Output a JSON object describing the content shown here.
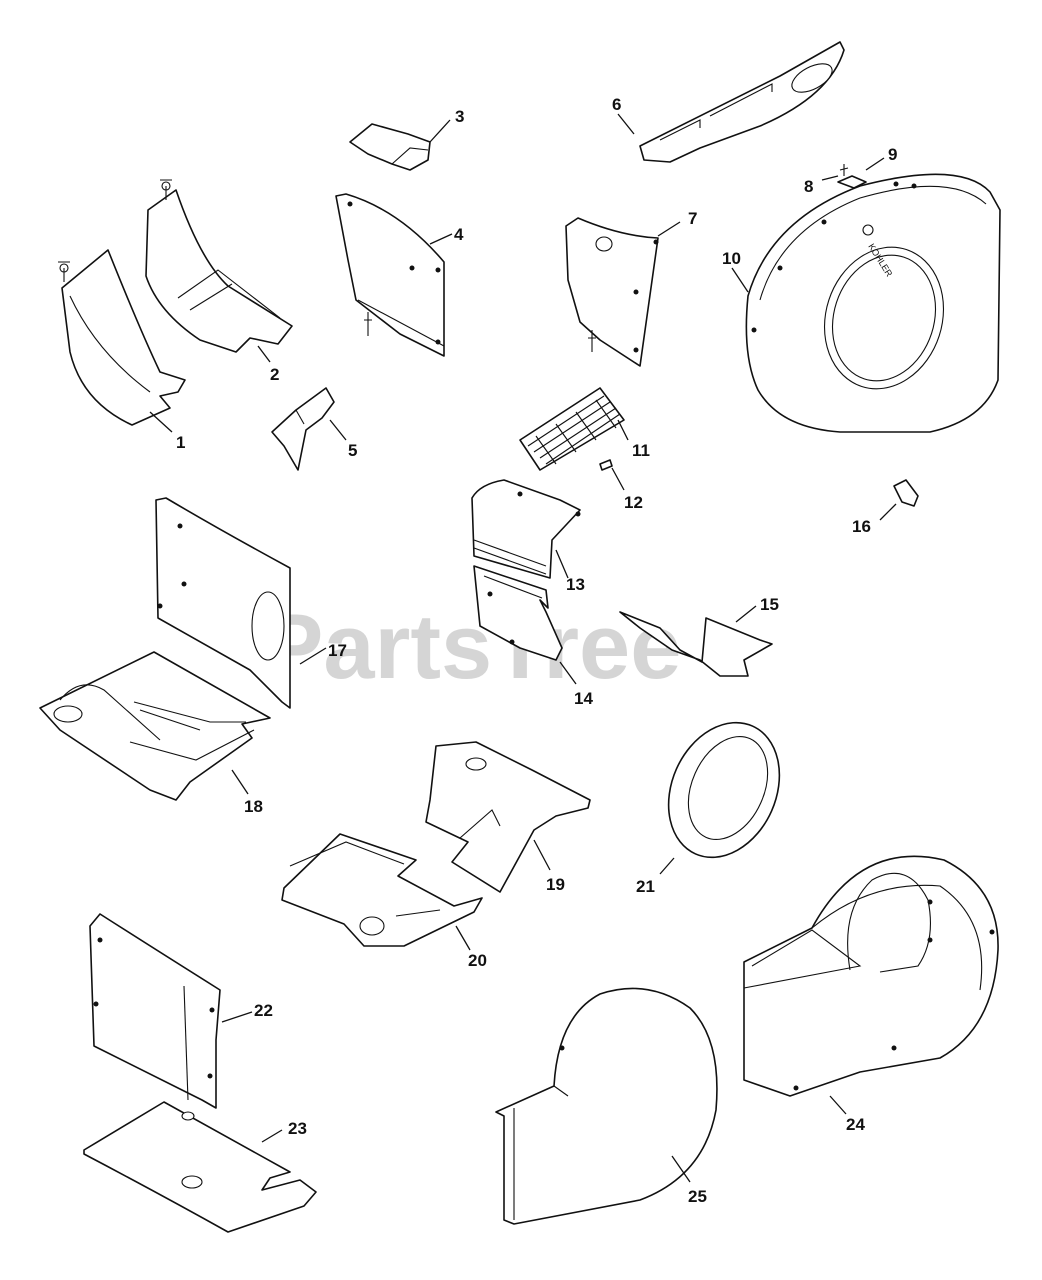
{
  "watermark": "PartsTree",
  "emboss_text": "KOHLER",
  "callouts": [
    "1",
    "2",
    "3",
    "4",
    "5",
    "6",
    "7",
    "8",
    "9",
    "10",
    "11",
    "12",
    "13",
    "14",
    "15",
    "16",
    "17",
    "18",
    "19",
    "20",
    "21",
    "22",
    "23",
    "24",
    "25"
  ],
  "parts": [
    {
      "id": "1",
      "name": "part-1-shroud-panel"
    },
    {
      "id": "2",
      "name": "part-2-shroud-panel"
    },
    {
      "id": "3",
      "name": "part-3-bracket"
    },
    {
      "id": "4",
      "name": "part-4-side-panel"
    },
    {
      "id": "5",
      "name": "part-5-baffle"
    },
    {
      "id": "6",
      "name": "part-6-top-strip"
    },
    {
      "id": "7",
      "name": "part-7-side-panel"
    },
    {
      "id": "8",
      "name": "part-8-screw"
    },
    {
      "id": "9",
      "name": "part-9-clip"
    },
    {
      "id": "10",
      "name": "part-10-blower-housing"
    },
    {
      "id": "11",
      "name": "part-11-screen"
    },
    {
      "id": "12",
      "name": "part-12-screw"
    },
    {
      "id": "13",
      "name": "part-13-panel"
    },
    {
      "id": "14",
      "name": "part-14-panel"
    },
    {
      "id": "15",
      "name": "part-15-baffle"
    },
    {
      "id": "16",
      "name": "part-16-clip"
    },
    {
      "id": "17",
      "name": "part-17-back-panel"
    },
    {
      "id": "18",
      "name": "part-18-base-plate"
    },
    {
      "id": "19",
      "name": "part-19-baffle"
    },
    {
      "id": "20",
      "name": "part-20-baffle"
    },
    {
      "id": "21",
      "name": "part-21-ring"
    },
    {
      "id": "22",
      "name": "part-22-panel"
    },
    {
      "id": "23",
      "name": "part-23-plate"
    },
    {
      "id": "24",
      "name": "part-24-housing"
    },
    {
      "id": "25",
      "name": "part-25-cover"
    }
  ]
}
